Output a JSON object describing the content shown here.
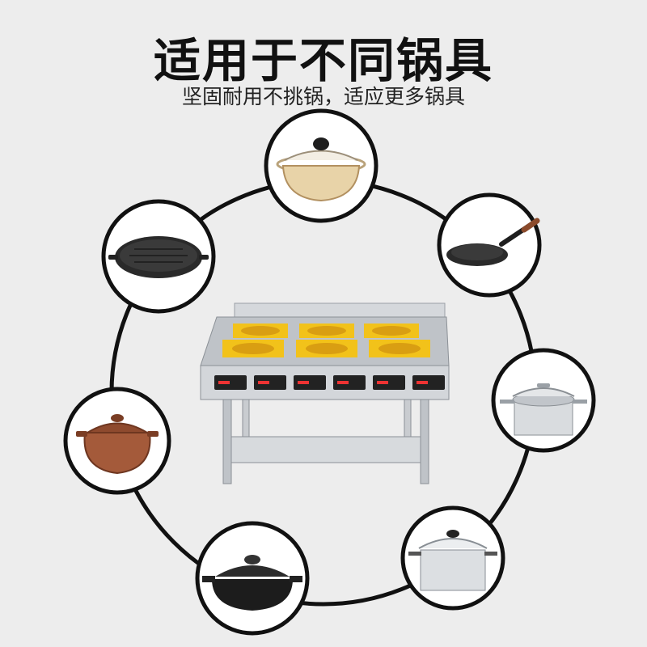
{
  "header": {
    "title": "适用于不同锅具",
    "subtitle": "坚固耐用不挑锅，适应更多锅具"
  },
  "colors": {
    "background": "#ededed",
    "ring": "#111111",
    "burner_pad": "#f2c21a",
    "steel": "#c9ccd0"
  },
  "cookware": [
    {
      "name": "glass-pot-icon"
    },
    {
      "name": "frying-pan-icon"
    },
    {
      "name": "stock-pot-icon"
    },
    {
      "name": "steel-pot-icon"
    },
    {
      "name": "clay-casserole-icon"
    },
    {
      "name": "ceramic-pot-icon"
    },
    {
      "name": "grill-pan-icon"
    }
  ],
  "stove": {
    "burners": 6,
    "control_panels": 6
  }
}
